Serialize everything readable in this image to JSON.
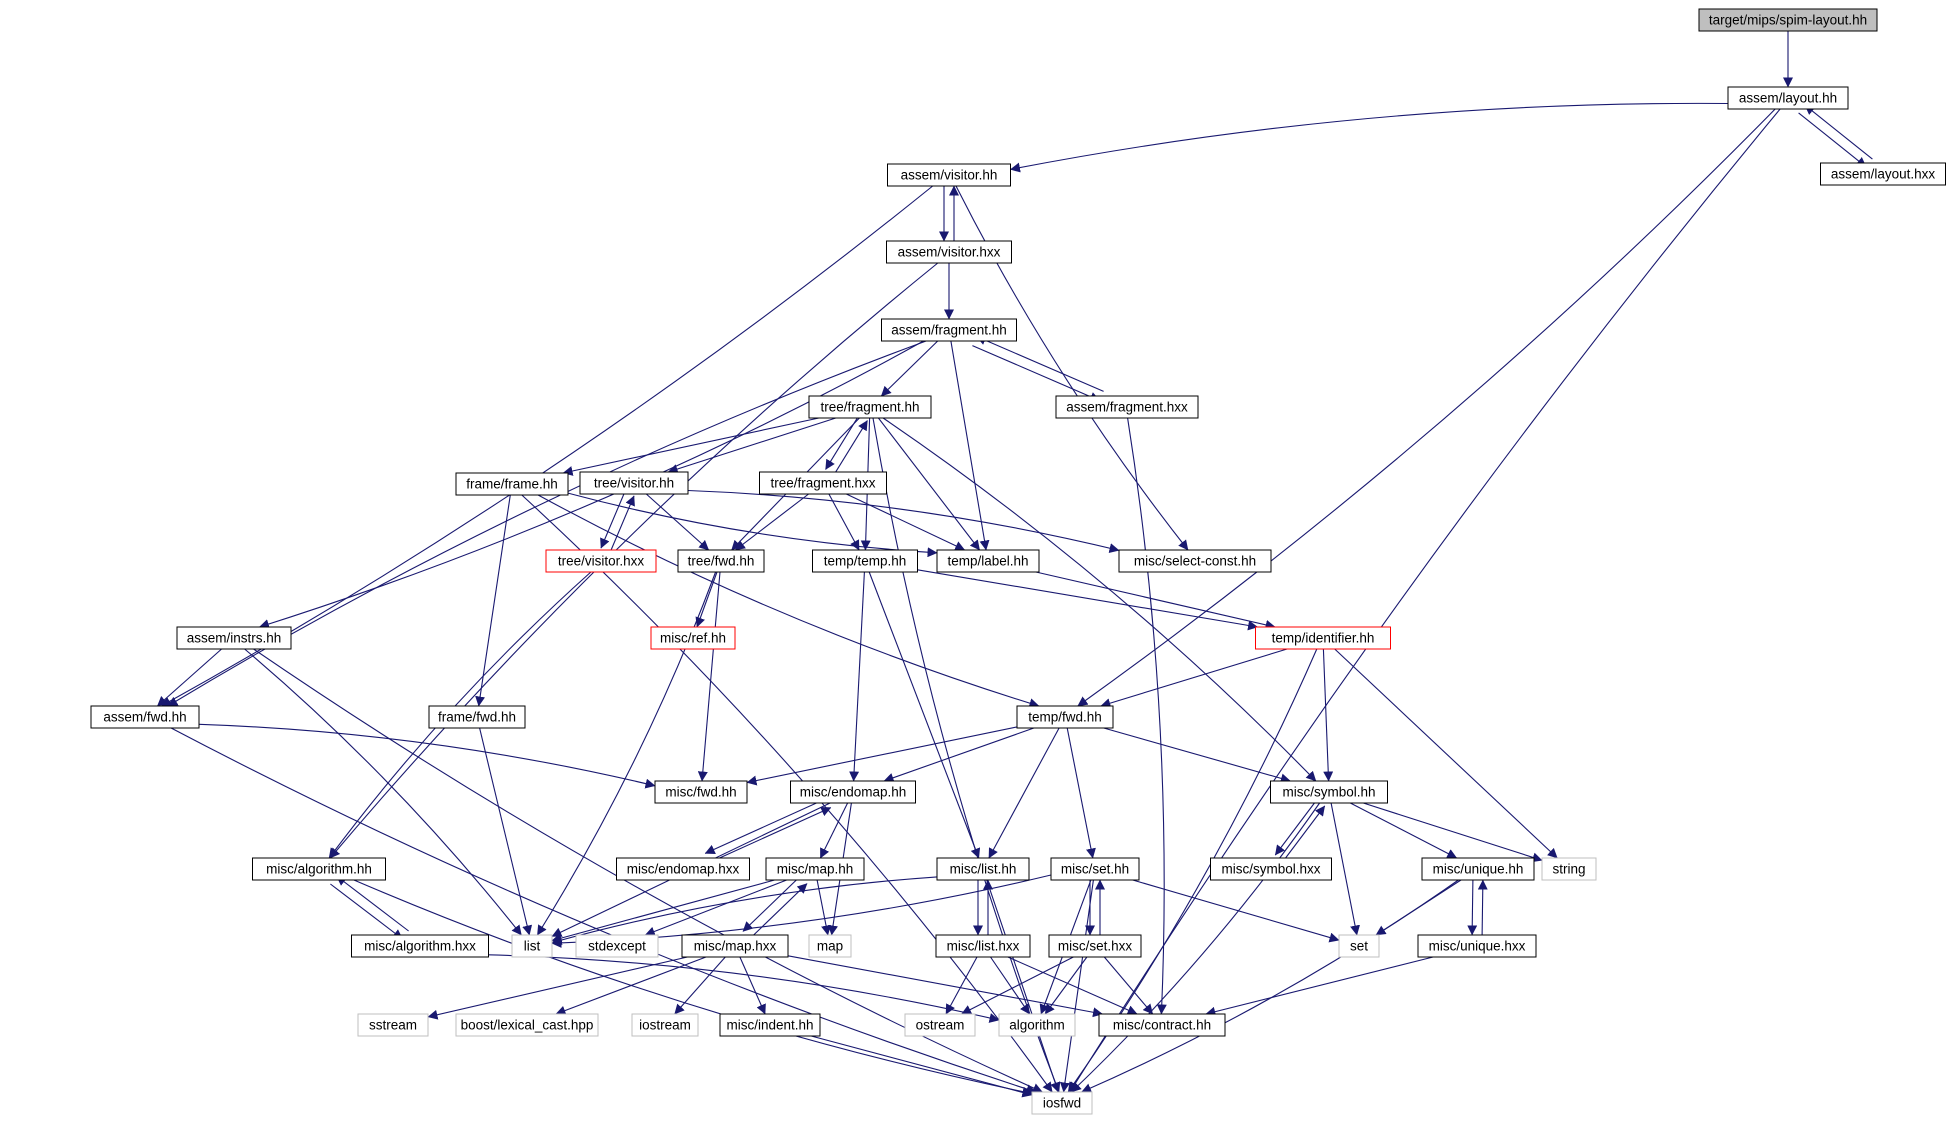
{
  "graph": {
    "colors": {
      "edge": "#191970",
      "node_border": "#000000",
      "node_border_red": "#ff0000",
      "node_border_gray": "#bfbfbf",
      "root_fill": "#bfbfbf",
      "node_fill": "#ffffff",
      "text": "#000000"
    },
    "nodes": [
      {
        "id": "n_root",
        "label": "target/mips/spim-layout.hh",
        "style": "root"
      },
      {
        "id": "n_layout_hh",
        "label": "assem/layout.hh",
        "style": "normal"
      },
      {
        "id": "n_layout_hxx",
        "label": "assem/layout.hxx",
        "style": "normal"
      },
      {
        "id": "n_visitor_hh",
        "label": "assem/visitor.hh",
        "style": "normal"
      },
      {
        "id": "n_visitor_hxx",
        "label": "assem/visitor.hxx",
        "style": "normal"
      },
      {
        "id": "n_fragment_hh",
        "label": "assem/fragment.hh",
        "style": "normal"
      },
      {
        "id": "n_fragment_hxx",
        "label": "assem/fragment.hxx",
        "style": "normal"
      },
      {
        "id": "n_tfragment_hh",
        "label": "tree/fragment.hh",
        "style": "normal"
      },
      {
        "id": "n_tfragment_hxx",
        "label": "tree/fragment.hxx",
        "style": "normal"
      },
      {
        "id": "n_frame_hh",
        "label": "frame/frame.hh",
        "style": "normal"
      },
      {
        "id": "n_tvisitor_hh",
        "label": "tree/visitor.hh",
        "style": "normal"
      },
      {
        "id": "n_tvisitor_hxx",
        "label": "tree/visitor.hxx",
        "style": "red"
      },
      {
        "id": "n_tfwd_hh",
        "label": "tree/fwd.hh",
        "style": "normal"
      },
      {
        "id": "n_temp_hh",
        "label": "temp/temp.hh",
        "style": "normal"
      },
      {
        "id": "n_label_hh",
        "label": "temp/label.hh",
        "style": "normal"
      },
      {
        "id": "n_selconst_hh",
        "label": "misc/select-const.hh",
        "style": "normal"
      },
      {
        "id": "n_ref_hh",
        "label": "misc/ref.hh",
        "style": "red"
      },
      {
        "id": "n_identifier_hh",
        "label": "temp/identifier.hh",
        "style": "red"
      },
      {
        "id": "n_instrs_hh",
        "label": "assem/instrs.hh",
        "style": "normal"
      },
      {
        "id": "n_afwd_hh",
        "label": "assem/fwd.hh",
        "style": "normal"
      },
      {
        "id": "n_ffwd_hh",
        "label": "frame/fwd.hh",
        "style": "normal"
      },
      {
        "id": "n_tempfwd_hh",
        "label": "temp/fwd.hh",
        "style": "normal"
      },
      {
        "id": "n_mfwd_hh",
        "label": "misc/fwd.hh",
        "style": "normal"
      },
      {
        "id": "n_endomap_hh",
        "label": "misc/endomap.hh",
        "style": "normal"
      },
      {
        "id": "n_endomap_hxx",
        "label": "misc/endomap.hxx",
        "style": "normal"
      },
      {
        "id": "n_symbol_hh",
        "label": "misc/symbol.hh",
        "style": "normal"
      },
      {
        "id": "n_symbol_hxx",
        "label": "misc/symbol.hxx",
        "style": "normal"
      },
      {
        "id": "n_algo_hh",
        "label": "misc/algorithm.hh",
        "style": "normal"
      },
      {
        "id": "n_algo_hxx",
        "label": "misc/algorithm.hxx",
        "style": "normal"
      },
      {
        "id": "n_map_hh",
        "label": "misc/map.hh",
        "style": "normal"
      },
      {
        "id": "n_map_hxx",
        "label": "misc/map.hxx",
        "style": "normal"
      },
      {
        "id": "n_list_hh",
        "label": "misc/list.hh",
        "style": "normal"
      },
      {
        "id": "n_list_hxx",
        "label": "misc/list.hxx",
        "style": "normal"
      },
      {
        "id": "n_set_hh",
        "label": "misc/set.hh",
        "style": "normal"
      },
      {
        "id": "n_set_hxx",
        "label": "misc/set.hxx",
        "style": "normal"
      },
      {
        "id": "n_unique_hh",
        "label": "misc/unique.hh",
        "style": "normal"
      },
      {
        "id": "n_unique_hxx",
        "label": "misc/unique.hxx",
        "style": "normal"
      },
      {
        "id": "n_contract_hh",
        "label": "misc/contract.hh",
        "style": "normal"
      },
      {
        "id": "n_indent_hh",
        "label": "misc/indent.hh",
        "style": "normal"
      },
      {
        "id": "n_string",
        "label": "string",
        "style": "gray"
      },
      {
        "id": "n_set",
        "label": "set",
        "style": "gray"
      },
      {
        "id": "n_list",
        "label": "list",
        "style": "gray"
      },
      {
        "id": "n_stdexcept",
        "label": "stdexcept",
        "style": "gray"
      },
      {
        "id": "n_map",
        "label": "map",
        "style": "gray"
      },
      {
        "id": "n_sstream",
        "label": "sstream",
        "style": "gray"
      },
      {
        "id": "n_lexcast",
        "label": "boost/lexical_cast.hpp",
        "style": "gray"
      },
      {
        "id": "n_iostream",
        "label": "iostream",
        "style": "gray"
      },
      {
        "id": "n_ostream",
        "label": "ostream",
        "style": "gray"
      },
      {
        "id": "n_algorithm",
        "label": "algorithm",
        "style": "gray"
      },
      {
        "id": "n_iosfwd",
        "label": "iosfwd",
        "style": "gray"
      }
    ],
    "edges": [
      [
        "n_root",
        "n_layout_hh"
      ],
      [
        "n_layout_hh",
        "n_visitor_hh"
      ],
      [
        "n_layout_hh",
        "n_layout_hxx"
      ],
      [
        "n_layout_hxx",
        "n_layout_hh"
      ],
      [
        "n_layout_hh",
        "n_tempfwd_hh"
      ],
      [
        "n_layout_hh",
        "n_iosfwd"
      ],
      [
        "n_visitor_hh",
        "n_visitor_hxx"
      ],
      [
        "n_visitor_hxx",
        "n_visitor_hh"
      ],
      [
        "n_visitor_hh",
        "n_afwd_hh"
      ],
      [
        "n_visitor_hh",
        "n_selconst_hh"
      ],
      [
        "n_visitor_hxx",
        "n_fragment_hh"
      ],
      [
        "n_visitor_hxx",
        "n_algo_hh"
      ],
      [
        "n_fragment_hh",
        "n_tfragment_hh"
      ],
      [
        "n_fragment_hh",
        "n_fragment_hxx"
      ],
      [
        "n_fragment_hxx",
        "n_fragment_hh"
      ],
      [
        "n_fragment_hh",
        "n_label_hh"
      ],
      [
        "n_fragment_hh",
        "n_instrs_hh"
      ],
      [
        "n_fragment_hh",
        "n_afwd_hh"
      ],
      [
        "n_fragment_hxx",
        "n_contract_hh"
      ],
      [
        "n_tfragment_hh",
        "n_frame_hh"
      ],
      [
        "n_tfragment_hh",
        "n_tvisitor_hh"
      ],
      [
        "n_tfragment_hh",
        "n_tfragment_hxx"
      ],
      [
        "n_tfragment_hxx",
        "n_tfragment_hh"
      ],
      [
        "n_tfragment_hh",
        "n_tfwd_hh"
      ],
      [
        "n_tfragment_hh",
        "n_temp_hh"
      ],
      [
        "n_tfragment_hh",
        "n_label_hh"
      ],
      [
        "n_tfragment_hh",
        "n_symbol_hh"
      ],
      [
        "n_tfragment_hh",
        "n_iosfwd"
      ],
      [
        "n_tfragment_hxx",
        "n_tfwd_hh"
      ],
      [
        "n_tfragment_hxx",
        "n_temp_hh"
      ],
      [
        "n_tfragment_hxx",
        "n_label_hh"
      ],
      [
        "n_frame_hh",
        "n_label_hh"
      ],
      [
        "n_frame_hh",
        "n_ffwd_hh"
      ],
      [
        "n_frame_hh",
        "n_tempfwd_hh"
      ],
      [
        "n_frame_hh",
        "n_iosfwd"
      ],
      [
        "n_tvisitor_hh",
        "n_tvisitor_hxx"
      ],
      [
        "n_tvisitor_hxx",
        "n_tvisitor_hh"
      ],
      [
        "n_tvisitor_hh",
        "n_tfwd_hh"
      ],
      [
        "n_tvisitor_hh",
        "n_selconst_hh"
      ],
      [
        "n_tvisitor_hxx",
        "n_algo_hh"
      ],
      [
        "n_tfwd_hh",
        "n_ref_hh"
      ],
      [
        "n_tfwd_hh",
        "n_mfwd_hh"
      ],
      [
        "n_tfwd_hh",
        "n_list"
      ],
      [
        "n_temp_hh",
        "n_identifier_hh"
      ],
      [
        "n_temp_hh",
        "n_endomap_hh"
      ],
      [
        "n_temp_hh",
        "n_list_hh"
      ],
      [
        "n_label_hh",
        "n_identifier_hh"
      ],
      [
        "n_identifier_hh",
        "n_tempfwd_hh"
      ],
      [
        "n_identifier_hh",
        "n_symbol_hh"
      ],
      [
        "n_identifier_hh",
        "n_string"
      ],
      [
        "n_identifier_hh",
        "n_iosfwd"
      ],
      [
        "n_instrs_hh",
        "n_afwd_hh"
      ],
      [
        "n_instrs_hh",
        "n_list"
      ],
      [
        "n_instrs_hh",
        "n_iosfwd"
      ],
      [
        "n_afwd_hh",
        "n_mfwd_hh"
      ],
      [
        "n_afwd_hh",
        "n_iosfwd"
      ],
      [
        "n_ffwd_hh",
        "n_list"
      ],
      [
        "n_tempfwd_hh",
        "n_mfwd_hh"
      ],
      [
        "n_tempfwd_hh",
        "n_endomap_hh"
      ],
      [
        "n_tempfwd_hh",
        "n_symbol_hh"
      ],
      [
        "n_tempfwd_hh",
        "n_list_hh"
      ],
      [
        "n_tempfwd_hh",
        "n_set_hh"
      ],
      [
        "n_endomap_hh",
        "n_endomap_hxx"
      ],
      [
        "n_endomap_hxx",
        "n_endomap_hh"
      ],
      [
        "n_endomap_hh",
        "n_map_hh"
      ],
      [
        "n_endomap_hh",
        "n_list"
      ],
      [
        "n_endomap_hh",
        "n_map"
      ],
      [
        "n_symbol_hh",
        "n_symbol_hxx"
      ],
      [
        "n_symbol_hxx",
        "n_symbol_hh"
      ],
      [
        "n_symbol_hh",
        "n_unique_hh"
      ],
      [
        "n_symbol_hh",
        "n_string"
      ],
      [
        "n_symbol_hh",
        "n_set"
      ],
      [
        "n_symbol_hh",
        "n_iosfwd"
      ],
      [
        "n_algo_hh",
        "n_algo_hxx"
      ],
      [
        "n_algo_hxx",
        "n_algo_hh"
      ],
      [
        "n_algo_hh",
        "n_iosfwd"
      ],
      [
        "n_algo_hxx",
        "n_algorithm"
      ],
      [
        "n_map_hh",
        "n_map_hxx"
      ],
      [
        "n_map_hxx",
        "n_map_hh"
      ],
      [
        "n_map_hh",
        "n_list"
      ],
      [
        "n_map_hh",
        "n_stdexcept"
      ],
      [
        "n_map_hh",
        "n_map"
      ],
      [
        "n_map_hxx",
        "n_sstream"
      ],
      [
        "n_map_hxx",
        "n_lexcast"
      ],
      [
        "n_map_hxx",
        "n_iostream"
      ],
      [
        "n_map_hxx",
        "n_indent_hh"
      ],
      [
        "n_map_hxx",
        "n_contract_hh"
      ],
      [
        "n_list_hh",
        "n_list_hxx"
      ],
      [
        "n_list_hxx",
        "n_list_hh"
      ],
      [
        "n_list_hh",
        "n_list"
      ],
      [
        "n_list_hh",
        "n_iosfwd"
      ],
      [
        "n_list_hxx",
        "n_ostream"
      ],
      [
        "n_list_hxx",
        "n_algorithm"
      ],
      [
        "n_list_hxx",
        "n_contract_hh"
      ],
      [
        "n_set_hh",
        "n_set_hxx"
      ],
      [
        "n_set_hxx",
        "n_set_hh"
      ],
      [
        "n_set_hh",
        "n_list"
      ],
      [
        "n_set_hh",
        "n_set"
      ],
      [
        "n_set_hh",
        "n_algorithm"
      ],
      [
        "n_set_hh",
        "n_iosfwd"
      ],
      [
        "n_set_hxx",
        "n_ostream"
      ],
      [
        "n_set_hxx",
        "n_algorithm"
      ],
      [
        "n_set_hxx",
        "n_contract_hh"
      ],
      [
        "n_unique_hh",
        "n_unique_hxx"
      ],
      [
        "n_unique_hxx",
        "n_unique_hh"
      ],
      [
        "n_unique_hh",
        "n_set"
      ],
      [
        "n_unique_hh",
        "n_iosfwd"
      ],
      [
        "n_unique_hxx",
        "n_contract_hh"
      ],
      [
        "n_indent_hh",
        "n_iosfwd"
      ]
    ]
  }
}
